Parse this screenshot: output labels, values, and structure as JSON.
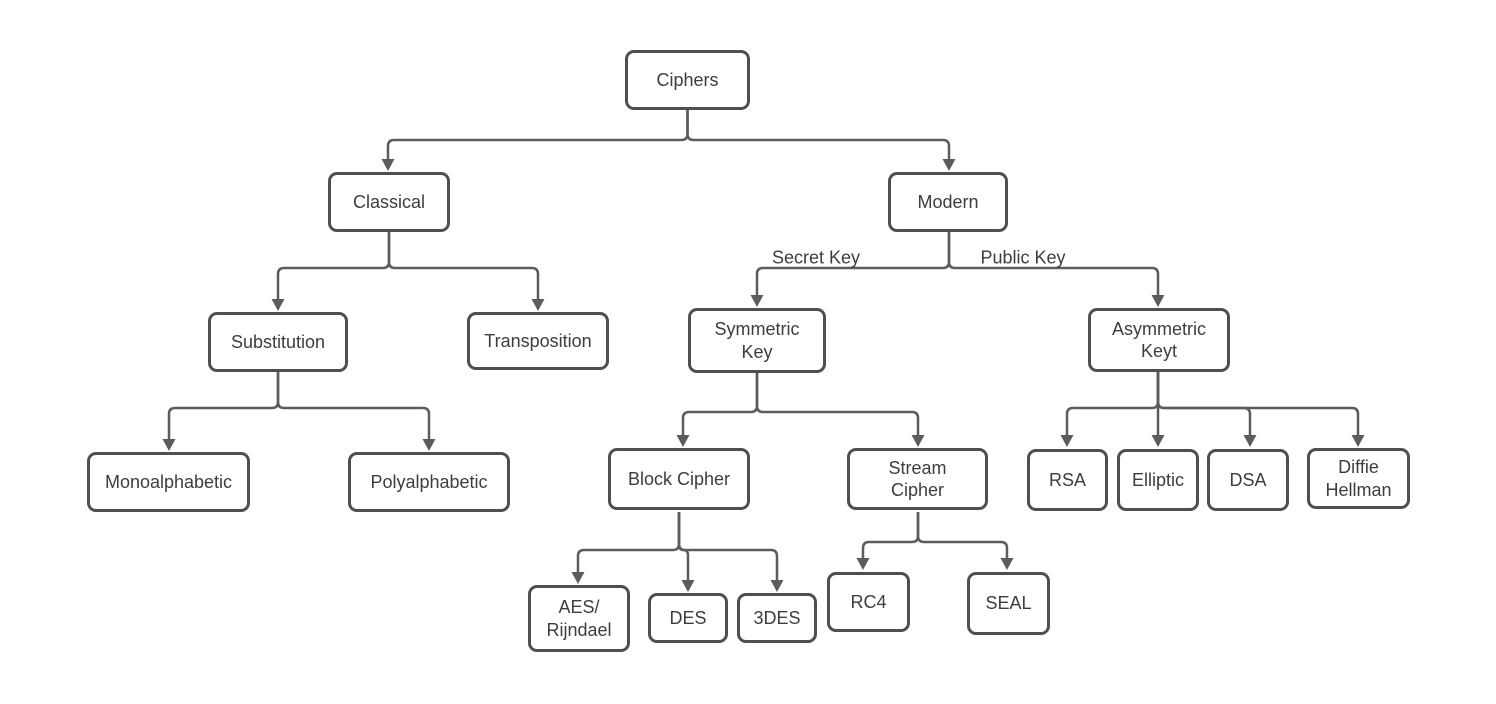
{
  "diagram": {
    "type": "tree",
    "root": "Ciphers",
    "nodes": {
      "ciphers": {
        "label": "Ciphers"
      },
      "classical": {
        "label": "Classical"
      },
      "modern": {
        "label": "Modern"
      },
      "substitution": {
        "label": "Substitution"
      },
      "transposition": {
        "label": "Transposition"
      },
      "symmetric_key": {
        "label": "Symmetric Key"
      },
      "asymmetric_keyt": {
        "label": "Asymmetric Keyt"
      },
      "monoalphabetic": {
        "label": "Monoalphabetic"
      },
      "polyalphabetic": {
        "label": "Polyalphabetic"
      },
      "block_cipher": {
        "label": "Block Cipher"
      },
      "stream_cipher": {
        "label": "Stream Cipher"
      },
      "rsa": {
        "label": "RSA"
      },
      "elliptic": {
        "label": "Elliptic"
      },
      "dsa": {
        "label": "DSA"
      },
      "diffie_hellman": {
        "label": "Diffie Hellman"
      },
      "aes_rijndael": {
        "label": "AES/ Rijndael"
      },
      "des": {
        "label": "DES"
      },
      "threedes": {
        "label": "3DES"
      },
      "rc4": {
        "label": "RC4"
      },
      "seal": {
        "label": "SEAL"
      }
    },
    "edge_labels": {
      "secret_key": "Secret Key",
      "public_key": "Public Key"
    },
    "edges": [
      {
        "from": "Ciphers",
        "to": "Classical"
      },
      {
        "from": "Ciphers",
        "to": "Modern"
      },
      {
        "from": "Classical",
        "to": "Substitution"
      },
      {
        "from": "Classical",
        "to": "Transposition"
      },
      {
        "from": "Substitution",
        "to": "Monoalphabetic"
      },
      {
        "from": "Substitution",
        "to": "Polyalphabetic"
      },
      {
        "from": "Modern",
        "to": "Symmetric Key",
        "label": "Secret Key"
      },
      {
        "from": "Modern",
        "to": "Asymmetric Keyt",
        "label": "Public Key"
      },
      {
        "from": "Symmetric Key",
        "to": "Block Cipher"
      },
      {
        "from": "Symmetric Key",
        "to": "Stream Cipher"
      },
      {
        "from": "Block Cipher",
        "to": "AES/ Rijndael"
      },
      {
        "from": "Block Cipher",
        "to": "DES"
      },
      {
        "from": "Block Cipher",
        "to": "3DES"
      },
      {
        "from": "Stream Cipher",
        "to": "RC4"
      },
      {
        "from": "Stream Cipher",
        "to": "SEAL"
      },
      {
        "from": "Asymmetric Keyt",
        "to": "RSA"
      },
      {
        "from": "Asymmetric Keyt",
        "to": "Elliptic"
      },
      {
        "from": "Asymmetric Keyt",
        "to": "DSA"
      },
      {
        "from": "Asymmetric Keyt",
        "to": "Diffie Hellman"
      }
    ],
    "colors": {
      "node_border": "#4f4f4f",
      "connector": "#5c5c5c",
      "text": "#3d3d3d",
      "background": "#ffffff"
    }
  }
}
